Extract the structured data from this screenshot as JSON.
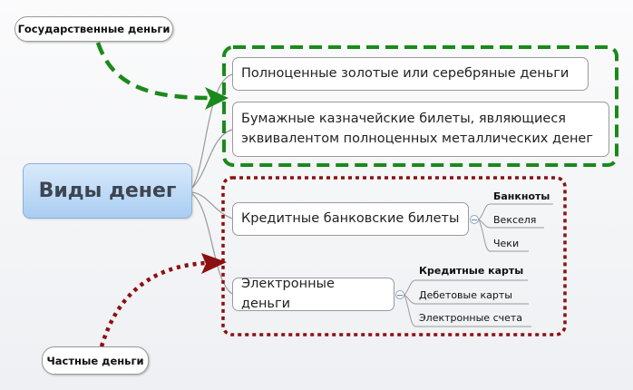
{
  "central": {
    "label": "Виды денег"
  },
  "callouts": {
    "state": "Государственные деньги",
    "private": "Частные деньги"
  },
  "branches": [
    {
      "label": "Полноценные золотые или серебряные деньги"
    },
    {
      "label": "Бумажные казначейские билеты, являющиеся эквивалентом полноценных металлических денег"
    },
    {
      "label": "Кредитные банковские билеты",
      "children": [
        "Банкноты",
        "Векселя",
        "Чеки"
      ]
    },
    {
      "label": "Электронные деньги",
      "children": [
        "Кредитные карты",
        "Дебетовые карты",
        "Электронные счета"
      ]
    }
  ],
  "colors": {
    "state_group": "#1a8a1a",
    "private_group": "#8b1010",
    "central_fill": "#a9cdf2",
    "connector": "#9a9a9a"
  }
}
